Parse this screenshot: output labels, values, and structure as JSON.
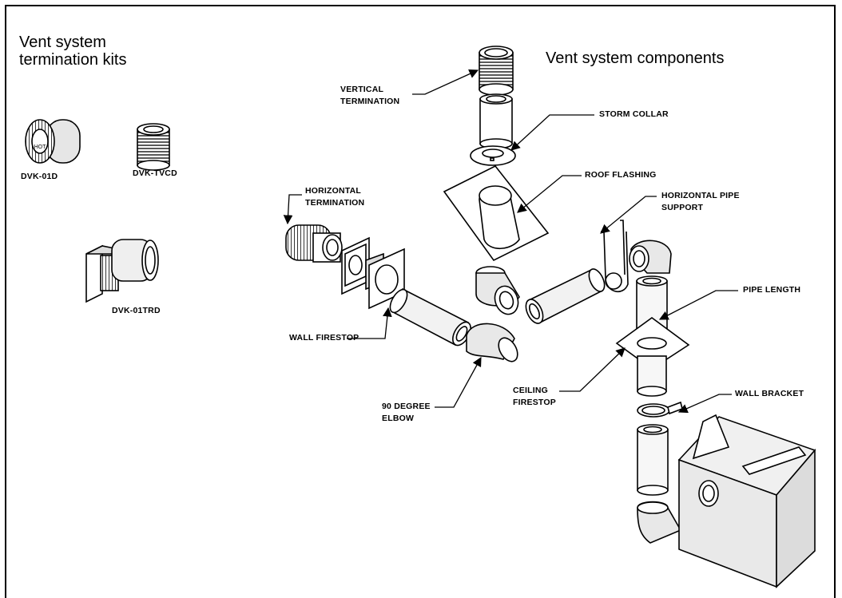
{
  "headings": {
    "kits_line1": "Vent system",
    "kits_line2": "termination kits",
    "components": "Vent system components"
  },
  "kits": {
    "dvk_01d": "DVK-01D",
    "dvk_tvcd": "DVK-TVCD",
    "dvk_01trd": "DVK-01TRD",
    "hot_label": "HOT"
  },
  "callouts": {
    "vertical_termination_1": "VERTICAL",
    "vertical_termination_2": "TERMINATION",
    "storm_collar": "STORM COLLAR",
    "roof_flashing": "ROOF FLASHING",
    "horizontal_termination_1": "HORIZONTAL",
    "horizontal_termination_2": "TERMINATION",
    "horizontal_pipe_support_1": "HORIZONTAL PIPE",
    "horizontal_pipe_support_2": "SUPPORT",
    "pipe_length": "PIPE LENGTH",
    "wall_firestop": "WALL FIRESTOP",
    "ceiling_firestop_1": "CEILING",
    "ceiling_firestop_2": "FIRESTOP",
    "wall_bracket": "WALL BRACKET",
    "elbow_1": "90 DEGREE",
    "elbow_2": "ELBOW"
  }
}
